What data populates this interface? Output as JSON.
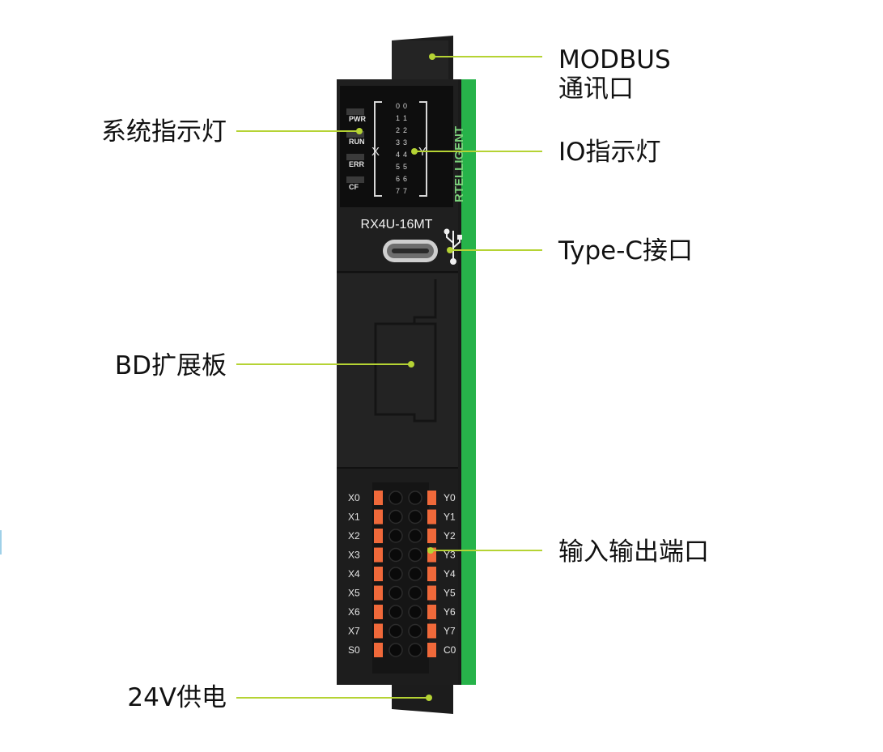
{
  "device": {
    "model": "RX4U-16MT",
    "brand_vertical": "RTELLIGENT",
    "status_leds": [
      "PWR",
      "RUN",
      "ERR",
      "CF"
    ],
    "io_led_numbers": [
      "0",
      "1",
      "2",
      "3",
      "4",
      "5",
      "6",
      "7"
    ],
    "io_side_x": "X",
    "io_side_y": "Y",
    "inputs": [
      "X0",
      "X1",
      "X2",
      "X3",
      "X4",
      "X5",
      "X6",
      "X7",
      "S0"
    ],
    "outputs": [
      "Y0",
      "Y1",
      "Y2",
      "Y3",
      "Y4",
      "Y5",
      "Y6",
      "Y7",
      "C0"
    ]
  },
  "callouts": {
    "modbus_line1": "MODBUS",
    "modbus_line2": "通讯口",
    "system_led": "系统指示灯",
    "io_led": "IO指示灯",
    "typec": "Type-C接口",
    "bd_board": "BD扩展板",
    "io_ports": "输入输出端口",
    "power": "24V供电"
  },
  "colors": {
    "body": "#1f1f1f",
    "stripe": "#27b34a",
    "leader": "#b5d334",
    "terminal": "#f0693a"
  }
}
